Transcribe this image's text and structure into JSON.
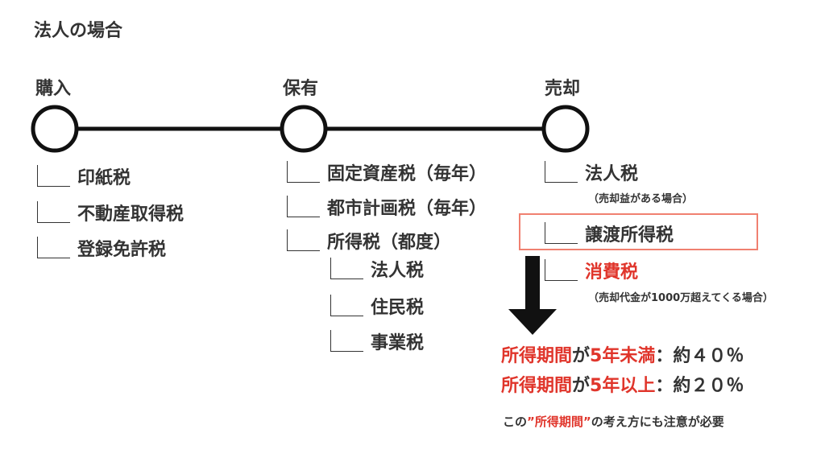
{
  "title": "法人の場合",
  "stages": [
    {
      "label": "購入",
      "items": [
        "印紙税",
        "不動産取得税",
        "登録免許税"
      ]
    },
    {
      "label": "保有",
      "items": [
        "固定資産税（毎年）",
        "都市計画税（毎年）",
        "所得税（都度）"
      ],
      "subitems": [
        "法人税",
        "住民税",
        "事業税"
      ]
    },
    {
      "label": "売却",
      "items": [
        "法人税",
        "譲渡所得税",
        "消費税"
      ]
    }
  ],
  "notes": {
    "corporate_tax": "（売却益がある場合）",
    "consumption_tax": "（売却代金が1000万超えてくる場合）"
  },
  "rates": [
    {
      "prefix": "所得期間",
      "mid1": "が",
      "period": "5年未満",
      "suffix": "：約４０％"
    },
    {
      "prefix": "所得期間",
      "mid1": "が",
      "period": "5年以上",
      "suffix": "：約２０％"
    }
  ],
  "caution": {
    "before": "この",
    "quoted": "”所得期間”",
    "after": "の考え方にも注意が必要"
  },
  "colors": {
    "accent_red": "#e0352b",
    "highlight_border": "#f08070",
    "text": "#333333"
  }
}
